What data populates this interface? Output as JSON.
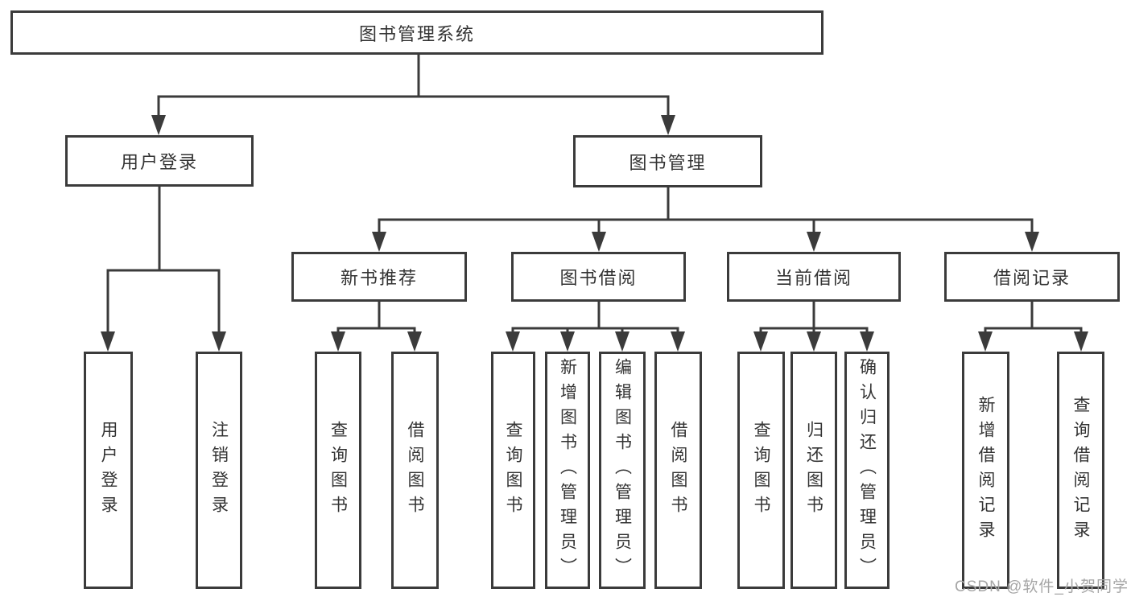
{
  "diagram_type": "hierarchy-tree",
  "tree": {
    "label": "图书管理系统",
    "children": [
      {
        "label": "用户登录",
        "children": [
          {
            "label": "用户登录"
          },
          {
            "label": "注销登录"
          }
        ]
      },
      {
        "label": "图书管理",
        "children": [
          {
            "label": "新书推荐",
            "children": [
              {
                "label": "查询图书"
              },
              {
                "label": "借阅图书"
              }
            ]
          },
          {
            "label": "图书借阅",
            "children": [
              {
                "label": "查询图书"
              },
              {
                "label": "新增图书（管理员）"
              },
              {
                "label": "编辑图书（管理员）"
              },
              {
                "label": "借阅图书"
              }
            ]
          },
          {
            "label": "当前借阅",
            "children": [
              {
                "label": "查询图书"
              },
              {
                "label": "归还图书"
              },
              {
                "label": "确认归还（管理员）"
              }
            ]
          },
          {
            "label": "借阅记录",
            "children": [
              {
                "label": "新增借阅记录"
              },
              {
                "label": "查询借阅记录"
              }
            ]
          }
        ]
      }
    ]
  },
  "watermark": "CSDN @软件_小贺同学",
  "colors": {
    "line": "#3b3b3b",
    "box_border": "#3b3b3b",
    "text": "#333333",
    "watermark": "#a6a6a6",
    "background": "#ffffff"
  }
}
